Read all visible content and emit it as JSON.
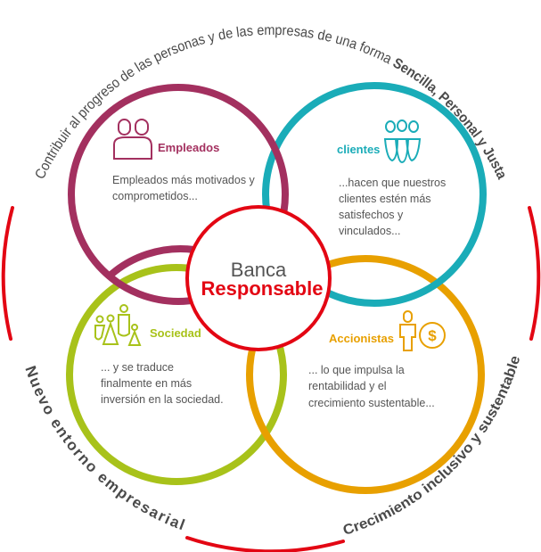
{
  "colors": {
    "empleados": "#a3305f",
    "clientes": "#1aacb8",
    "sociedad": "#a8c21a",
    "accionistas": "#e8a000",
    "center": "#e30613",
    "text": "#555555"
  },
  "outer_ring": {
    "top_text": "Contribuir al progreso de las personas y de las empresas de una forma ",
    "top_text_bold": "Sencilla, Personal y Justa",
    "left_text": "Nuevo entorno empresarial",
    "right_text": "Crecimiento inclusivo y sustentable"
  },
  "center": {
    "line1": "Banca",
    "line2": "Responsable"
  },
  "circles": {
    "empleados": {
      "title": "Empleados",
      "icon": "employees-icon",
      "lines": [
        "Empleados más motivados y",
        "comprometidos..."
      ]
    },
    "clientes": {
      "title": "clientes",
      "icon": "customers-group-icon",
      "lines": [
        "...hacen que nuestros",
        "clientes estén más",
        "satisfechos y",
        "vinculados..."
      ]
    },
    "sociedad": {
      "title": "Sociedad",
      "icon": "society-people-icon",
      "lines": [
        "... y se traduce",
        "finalmente en más",
        "inversión en la sociedad."
      ]
    },
    "accionistas": {
      "title": "Accionistas",
      "icon": "shareholder-dollar-icon",
      "lines": [
        "... lo que impulsa la",
        "rentabilidad y el",
        "crecimiento sustentable..."
      ]
    }
  }
}
